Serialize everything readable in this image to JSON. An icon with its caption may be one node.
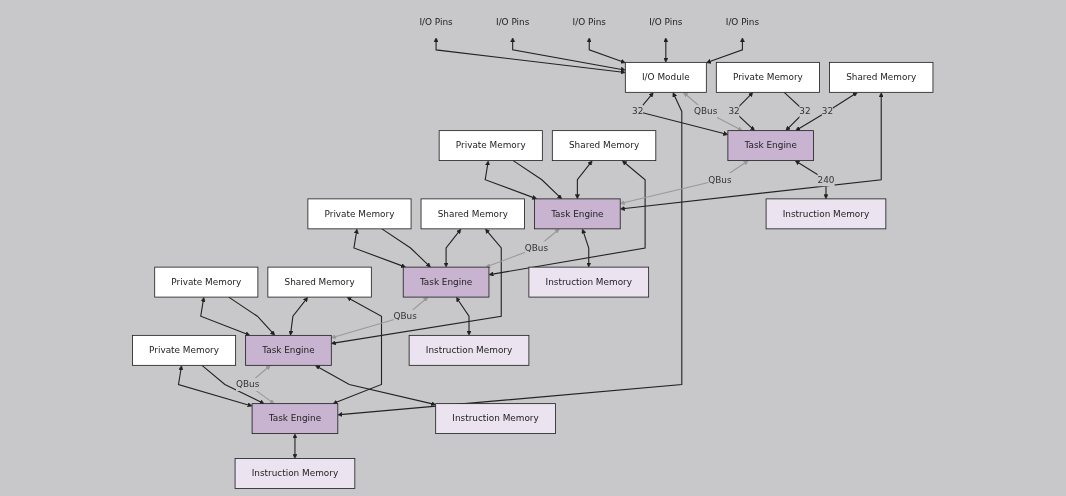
{
  "diagram": {
    "nodes": [
      {
        "text": [
          "I/O Pins"
        ]
      },
      {
        "text": [
          "I/O Pins"
        ]
      },
      {
        "text": [
          "I/O Pins"
        ]
      },
      {
        "text": [
          "I/O Pins"
        ]
      },
      {
        "text": [
          "I/O Pins"
        ]
      },
      {
        "text": [
          "I/O Module"
        ]
      },
      {
        "text": [
          "Private Memory"
        ]
      },
      {
        "text": [
          "Shared Memory"
        ]
      },
      {
        "text": [
          "Private Memory"
        ]
      },
      {
        "text": [
          "Shared Memory"
        ]
      },
      {
        "text": [
          "Private Memory"
        ]
      },
      {
        "text": [
          "Shared Memory"
        ]
      },
      {
        "text": [
          "Private Memory"
        ]
      },
      {
        "text": [
          "Shared Memory"
        ]
      },
      {
        "text": [
          "Private Memory"
        ]
      },
      {
        "text": [
          "Task Engine"
        ]
      },
      {
        "text": [
          "Task Engine"
        ]
      },
      {
        "text": [
          "Task Engine"
        ]
      },
      {
        "text": [
          "Task Engine"
        ]
      },
      {
        "text": [
          "Task Engine"
        ]
      },
      {
        "text": [
          "Instruction Memory"
        ]
      },
      {
        "text": [
          "Instruction Memory"
        ]
      },
      {
        "text": [
          "Instruction Memory"
        ]
      },
      {
        "text": [
          "Instruction Memory"
        ]
      },
      {
        "text": [
          "Instruction Memory"
        ]
      }
    ],
    "edges": [
      {
        "from": 0,
        "to": 5,
        "arrow": "both"
      },
      {
        "from": 1,
        "to": 5,
        "arrow": "both"
      },
      {
        "from": 2,
        "to": 5,
        "arrow": "both"
      },
      {
        "from": 3,
        "to": 5,
        "arrow": "both"
      },
      {
        "from": 4,
        "to": 5,
        "arrow": "both"
      },
      {
        "from": 5,
        "to": 15,
        "arrow": "both",
        "label": "32"
      },
      {
        "from": 6,
        "to": 15,
        "arrow": "both",
        "label": "32"
      },
      {
        "from": 6,
        "to": 15,
        "arrow": "to",
        "label": "32"
      },
      {
        "from": 7,
        "to": 15,
        "arrow": "both",
        "label": "32"
      },
      {
        "from": 7,
        "to": 16,
        "arrow": "both"
      },
      {
        "from": 8,
        "to": 16,
        "arrow": "both"
      },
      {
        "from": 8,
        "to": 16,
        "arrow": "to"
      },
      {
        "from": 9,
        "to": 16,
        "arrow": "both"
      },
      {
        "from": 9,
        "to": 17,
        "arrow": "both"
      },
      {
        "from": 10,
        "to": 17,
        "arrow": "both"
      },
      {
        "from": 10,
        "to": 17,
        "arrow": "to"
      },
      {
        "from": 11,
        "to": 17,
        "arrow": "both"
      },
      {
        "from": 11,
        "to": 18,
        "arrow": "both"
      },
      {
        "from": 12,
        "to": 18,
        "arrow": "both"
      },
      {
        "from": 12,
        "to": 18,
        "arrow": "to"
      },
      {
        "from": 13,
        "to": 18,
        "arrow": "both"
      },
      {
        "from": 13,
        "to": 19,
        "arrow": "both"
      },
      {
        "from": 14,
        "to": 19,
        "arrow": "both"
      },
      {
        "from": 14,
        "to": 19,
        "arrow": "to"
      },
      {
        "from": 5,
        "to": 19,
        "arrow": "both"
      },
      {
        "from": 5,
        "to": 15,
        "arrow": "both",
        "label": "QBus",
        "color": "#999999"
      },
      {
        "from": 15,
        "to": 16,
        "arrow": "both",
        "label": "QBus",
        "color": "#999999"
      },
      {
        "from": 16,
        "to": 17,
        "arrow": "both",
        "label": "QBus",
        "color": "#999999"
      },
      {
        "from": 17,
        "to": 18,
        "arrow": "both",
        "label": "QBus",
        "color": "#999999"
      },
      {
        "from": 18,
        "to": 19,
        "arrow": "both",
        "label": "QBus",
        "color": "#999999"
      },
      {
        "from": 15,
        "to": 20,
        "arrow": "both",
        "label": "240"
      },
      {
        "from": 16,
        "to": 21,
        "arrow": "both"
      },
      {
        "from": 17,
        "to": 22,
        "arrow": "both"
      },
      {
        "from": 18,
        "to": 23,
        "arrow": "both"
      },
      {
        "from": 19,
        "to": 24,
        "arrow": "both"
      }
    ]
  }
}
